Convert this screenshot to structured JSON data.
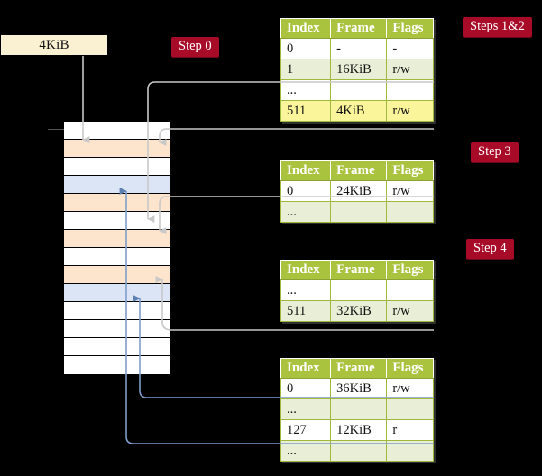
{
  "diagram": {
    "title_box": {
      "label": "4KiB"
    },
    "badges": [
      {
        "id": "step0",
        "label": "Step 0"
      },
      {
        "id": "steps1and2",
        "label": "Steps 1&2"
      },
      {
        "id": "step3",
        "label": "Step 3"
      },
      {
        "id": "step4",
        "label": "Step 4"
      }
    ],
    "memory": {
      "name": "physical-memory-column",
      "rows": [
        {
          "fill": "white"
        },
        {
          "fill": "peach"
        },
        {
          "fill": "white"
        },
        {
          "fill": "blue"
        },
        {
          "fill": "peach"
        },
        {
          "fill": "white"
        },
        {
          "fill": "peach"
        },
        {
          "fill": "white"
        },
        {
          "fill": "peach"
        },
        {
          "fill": "blue"
        },
        {
          "fill": "white"
        },
        {
          "fill": "white"
        },
        {
          "fill": "white"
        },
        {
          "fill": "white"
        }
      ],
      "colors": {
        "peach": "#fce4cd",
        "blue": "#dbe5f5",
        "white": "#ffffff"
      }
    },
    "tables": [
      {
        "id": "level4-table",
        "headers": [
          "Index",
          "Frame",
          "Flags"
        ],
        "rows": [
          {
            "cells": [
              "0",
              "-",
              "-"
            ],
            "shade": "odd",
            "highlight": [
              false,
              false,
              false
            ]
          },
          {
            "cells": [
              "1",
              "16KiB",
              "r/w"
            ],
            "shade": "even",
            "highlight": [
              false,
              false,
              false
            ]
          },
          {
            "cells": [
              "...",
              "",
              ""
            ],
            "shade": "odd",
            "highlight": [
              false,
              false,
              false
            ]
          },
          {
            "cells": [
              "511",
              "4KiB",
              "r/w"
            ],
            "shade": "even",
            "highlight": [
              true,
              true,
              true
            ]
          }
        ]
      },
      {
        "id": "level3-table",
        "headers": [
          "Index",
          "Frame",
          "Flags"
        ],
        "rows": [
          {
            "cells": [
              "0",
              "24KiB",
              "r/w"
            ],
            "shade": "odd",
            "highlight": [
              false,
              false,
              false
            ]
          },
          {
            "cells": [
              "...",
              "",
              ""
            ],
            "shade": "even",
            "highlight": [
              false,
              false,
              false
            ]
          }
        ]
      },
      {
        "id": "level2-table",
        "headers": [
          "Index",
          "Frame",
          "Flags"
        ],
        "rows": [
          {
            "cells": [
              "...",
              "",
              ""
            ],
            "shade": "odd",
            "highlight": [
              false,
              false,
              false
            ]
          },
          {
            "cells": [
              "511",
              "32KiB",
              "r/w"
            ],
            "shade": "even",
            "highlight": [
              false,
              false,
              false
            ]
          }
        ]
      },
      {
        "id": "level1-table",
        "headers": [
          "Index",
          "Frame",
          "Flags"
        ],
        "rows": [
          {
            "cells": [
              "0",
              "36KiB",
              "r/w"
            ],
            "shade": "odd",
            "highlight": [
              false,
              false,
              false
            ]
          },
          {
            "cells": [
              "...",
              "",
              ""
            ],
            "shade": "even",
            "highlight": [
              false,
              false,
              false
            ]
          },
          {
            "cells": [
              "127",
              "12KiB",
              "r"
            ],
            "shade": "odd",
            "highlight": [
              false,
              false,
              false
            ]
          },
          {
            "cells": [
              "...",
              "",
              ""
            ],
            "shade": "even",
            "highlight": [
              false,
              false,
              false
            ]
          }
        ]
      }
    ],
    "colors": {
      "badge_bg": "#a80b28",
      "table_header_bg": "#a9c33f",
      "table_row_alt_bg": "#e9eed6",
      "highlight": "#faf59a",
      "box_bg": "#faf0d2",
      "wire_gray": "#b9b9b9",
      "wire_blue": "#7e9dc9",
      "background": "#000000"
    }
  }
}
